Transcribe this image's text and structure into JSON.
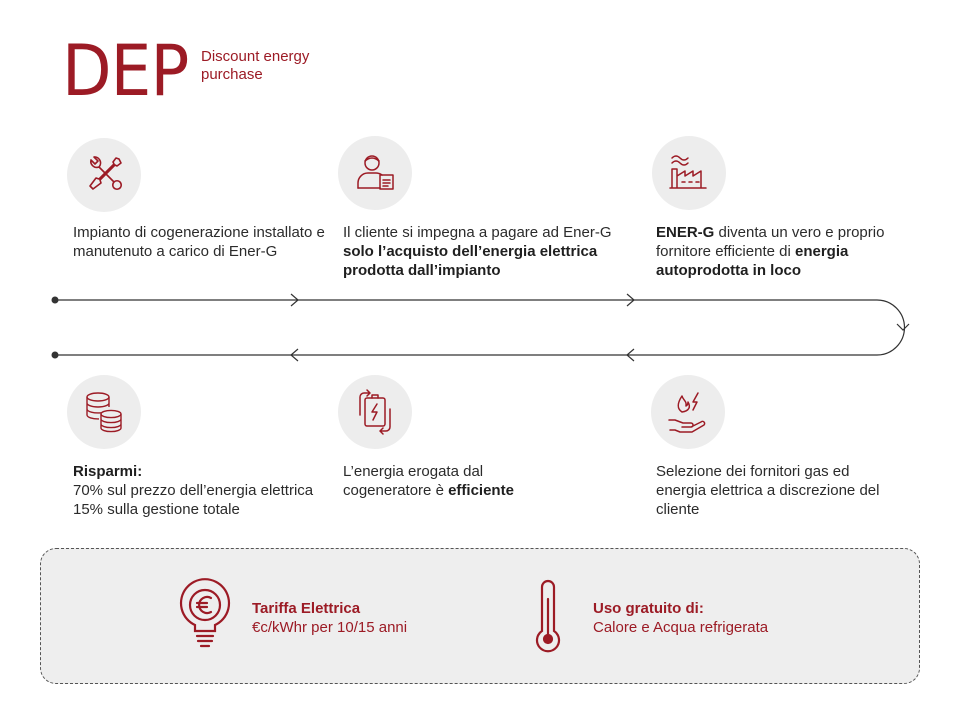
{
  "logo": {
    "text": "DEP",
    "subtitle": "Discount energy purchase"
  },
  "colors": {
    "brand": "#9c1b25",
    "circle": "#ededed",
    "line": "#333333"
  },
  "steps": [
    {
      "icon": "tools-icon",
      "parts": [
        {
          "t": "Impianto di cogenerazione installato e manutenuto a carico di Ener-G",
          "b": false
        }
      ]
    },
    {
      "icon": "client-icon",
      "parts": [
        {
          "t": "Il cliente si impegna a pagare ad Ener-G ",
          "b": false
        },
        {
          "t": "solo l’acquisto dell’energia elettrica prodotta dall’impianto",
          "b": true
        }
      ]
    },
    {
      "icon": "factory-icon",
      "parts": [
        {
          "t": "ENER-G",
          "b": true
        },
        {
          "t": " diventa un vero e proprio fornitore efficiente di ",
          "b": false
        },
        {
          "t": "energia autoprodotta in loco",
          "b": true
        }
      ]
    },
    {
      "icon": "coins-icon",
      "parts": [
        {
          "t": "Risparmi:",
          "b": true
        },
        {
          "t": "\n70% sul prezzo dell’energia elettrica\n15% sulla gestione totale",
          "b": false
        }
      ]
    },
    {
      "icon": "battery-cycle-icon",
      "parts": [
        {
          "t": "L’energia erogata dal cogeneratore è ",
          "b": false
        },
        {
          "t": "efficiente",
          "b": true
        }
      ]
    },
    {
      "icon": "hand-energy-icon",
      "parts": [
        {
          "t": "Selezione dei fornitori gas ed energia elettrica a discrezione del cliente",
          "b": false
        }
      ]
    }
  ],
  "benefits": [
    {
      "icon": "euro-bulb-icon",
      "title": "Tariffa Elettrica",
      "desc": "€c/kWhr per 10/15 anni"
    },
    {
      "icon": "thermometer-icon",
      "title": "Uso gratuito di:",
      "desc": "Calore e Acqua refrigerata"
    }
  ]
}
